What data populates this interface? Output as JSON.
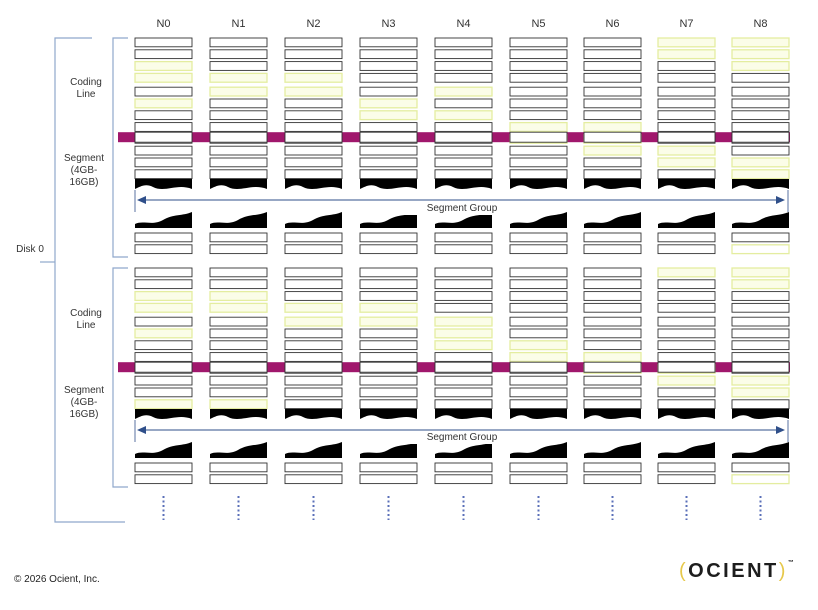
{
  "nodes": [
    "N0",
    "N1",
    "N2",
    "N3",
    "N4",
    "N5",
    "N6",
    "N7",
    "N8"
  ],
  "disk_label": "Disk 0",
  "blocks": [
    {
      "coding_line_label": [
        "Coding",
        "Line"
      ],
      "segment_label": [
        "Segment",
        "(4GB-",
        "16GB)"
      ],
      "segment_group_label": "Segment Group"
    },
    {
      "coding_line_label": [
        "Coding",
        "Line"
      ],
      "segment_label": [
        "Segment",
        "(4GB-",
        "16GB)"
      ],
      "segment_group_label": "Segment Group"
    }
  ],
  "copyright": "© 2026 Ocient, Inc.",
  "logo": {
    "open": "(",
    "text": "OCIENT",
    "close": ")",
    "tm": "™"
  },
  "colors": {
    "bracket": "#8fa8cc",
    "coding_line": "#a0176c",
    "segment_highlight": "#e4eda0",
    "cell_border": "#333333",
    "arrow": "#2f4f8a",
    "dots": "#5a6fb8"
  }
}
